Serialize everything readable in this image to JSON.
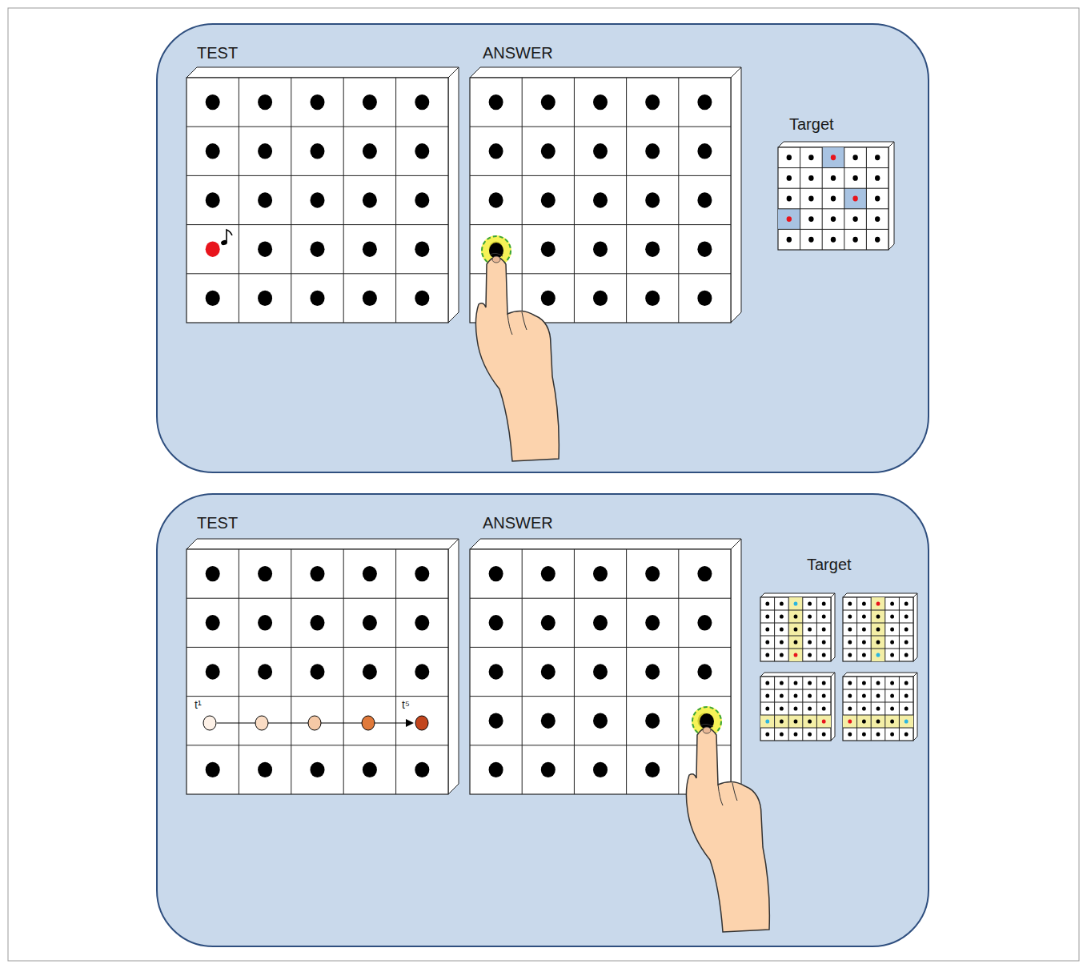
{
  "diagram": {
    "nodes": [
      {
        "text": [
          "TEST"
        ]
      },
      {
        "text": [
          "ANSWER"
        ]
      },
      {
        "text": [
          "Target"
        ]
      },
      {
        "text": [
          "TEST"
        ]
      },
      {
        "text": [
          "ANSWER"
        ]
      },
      {
        "text": [
          "Target"
        ]
      }
    ],
    "labels": [
      "t¹",
      "t⁵"
    ]
  }
}
